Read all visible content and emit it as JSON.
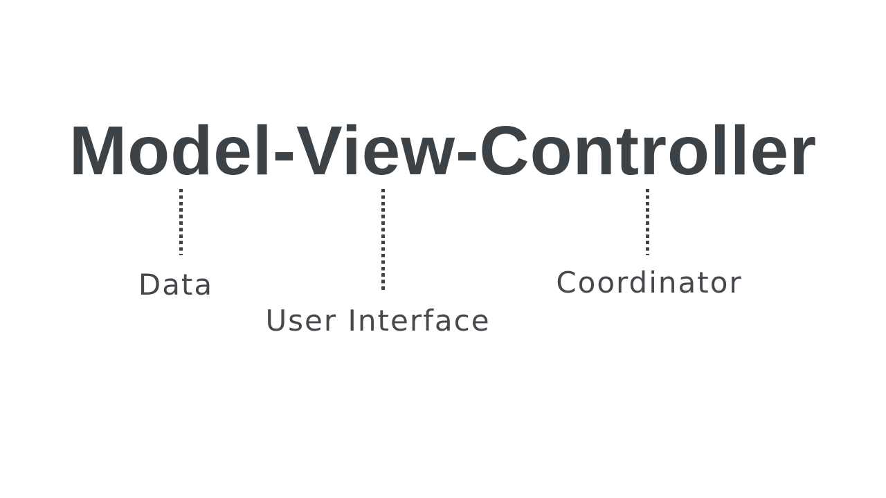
{
  "diagram": {
    "title": "Model-View-Controller",
    "colors": {
      "background": "#ffffff",
      "title_ink": "#3d4247",
      "label_ink": "#45494e",
      "connector_ink": "#3d4247"
    },
    "nodes": [
      {
        "term": "Model",
        "label": "Data"
      },
      {
        "term": "View",
        "label": "User Interface"
      },
      {
        "term": "Controller",
        "label": "Coordinator"
      }
    ]
  }
}
